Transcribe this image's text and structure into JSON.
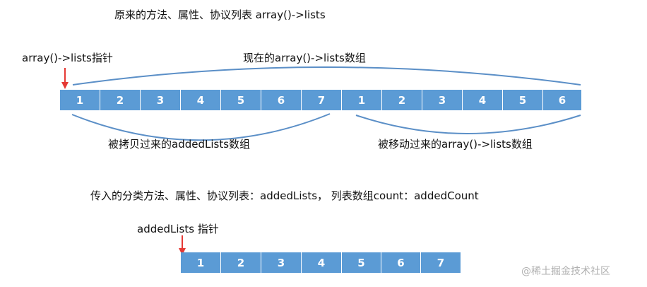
{
  "title": "原来的方法、属性、协议列表 array()->lists",
  "top": {
    "pointer_label": "array()->lists指针",
    "current_array_label": "现在的array()->lists数组",
    "cells": [
      "1",
      "2",
      "3",
      "4",
      "5",
      "6",
      "7",
      "1",
      "2",
      "3",
      "4",
      "5",
      "6"
    ],
    "copied_label": "被拷贝过来的addedLists数组",
    "moved_label": "被移动过来的array()->lists数组"
  },
  "bottom": {
    "description": "传入的分类方法、属性、协议列表：addedLists， 列表数组count：addedCount",
    "pointer_label": "addedLists 指针",
    "cells": [
      "1",
      "2",
      "3",
      "4",
      "5",
      "6",
      "7"
    ]
  },
  "watermark": "@稀土掘金技术社区",
  "colors": {
    "cell": "#5b9bd5",
    "arc": "#5b8fc7",
    "pointer": "#e53935"
  }
}
